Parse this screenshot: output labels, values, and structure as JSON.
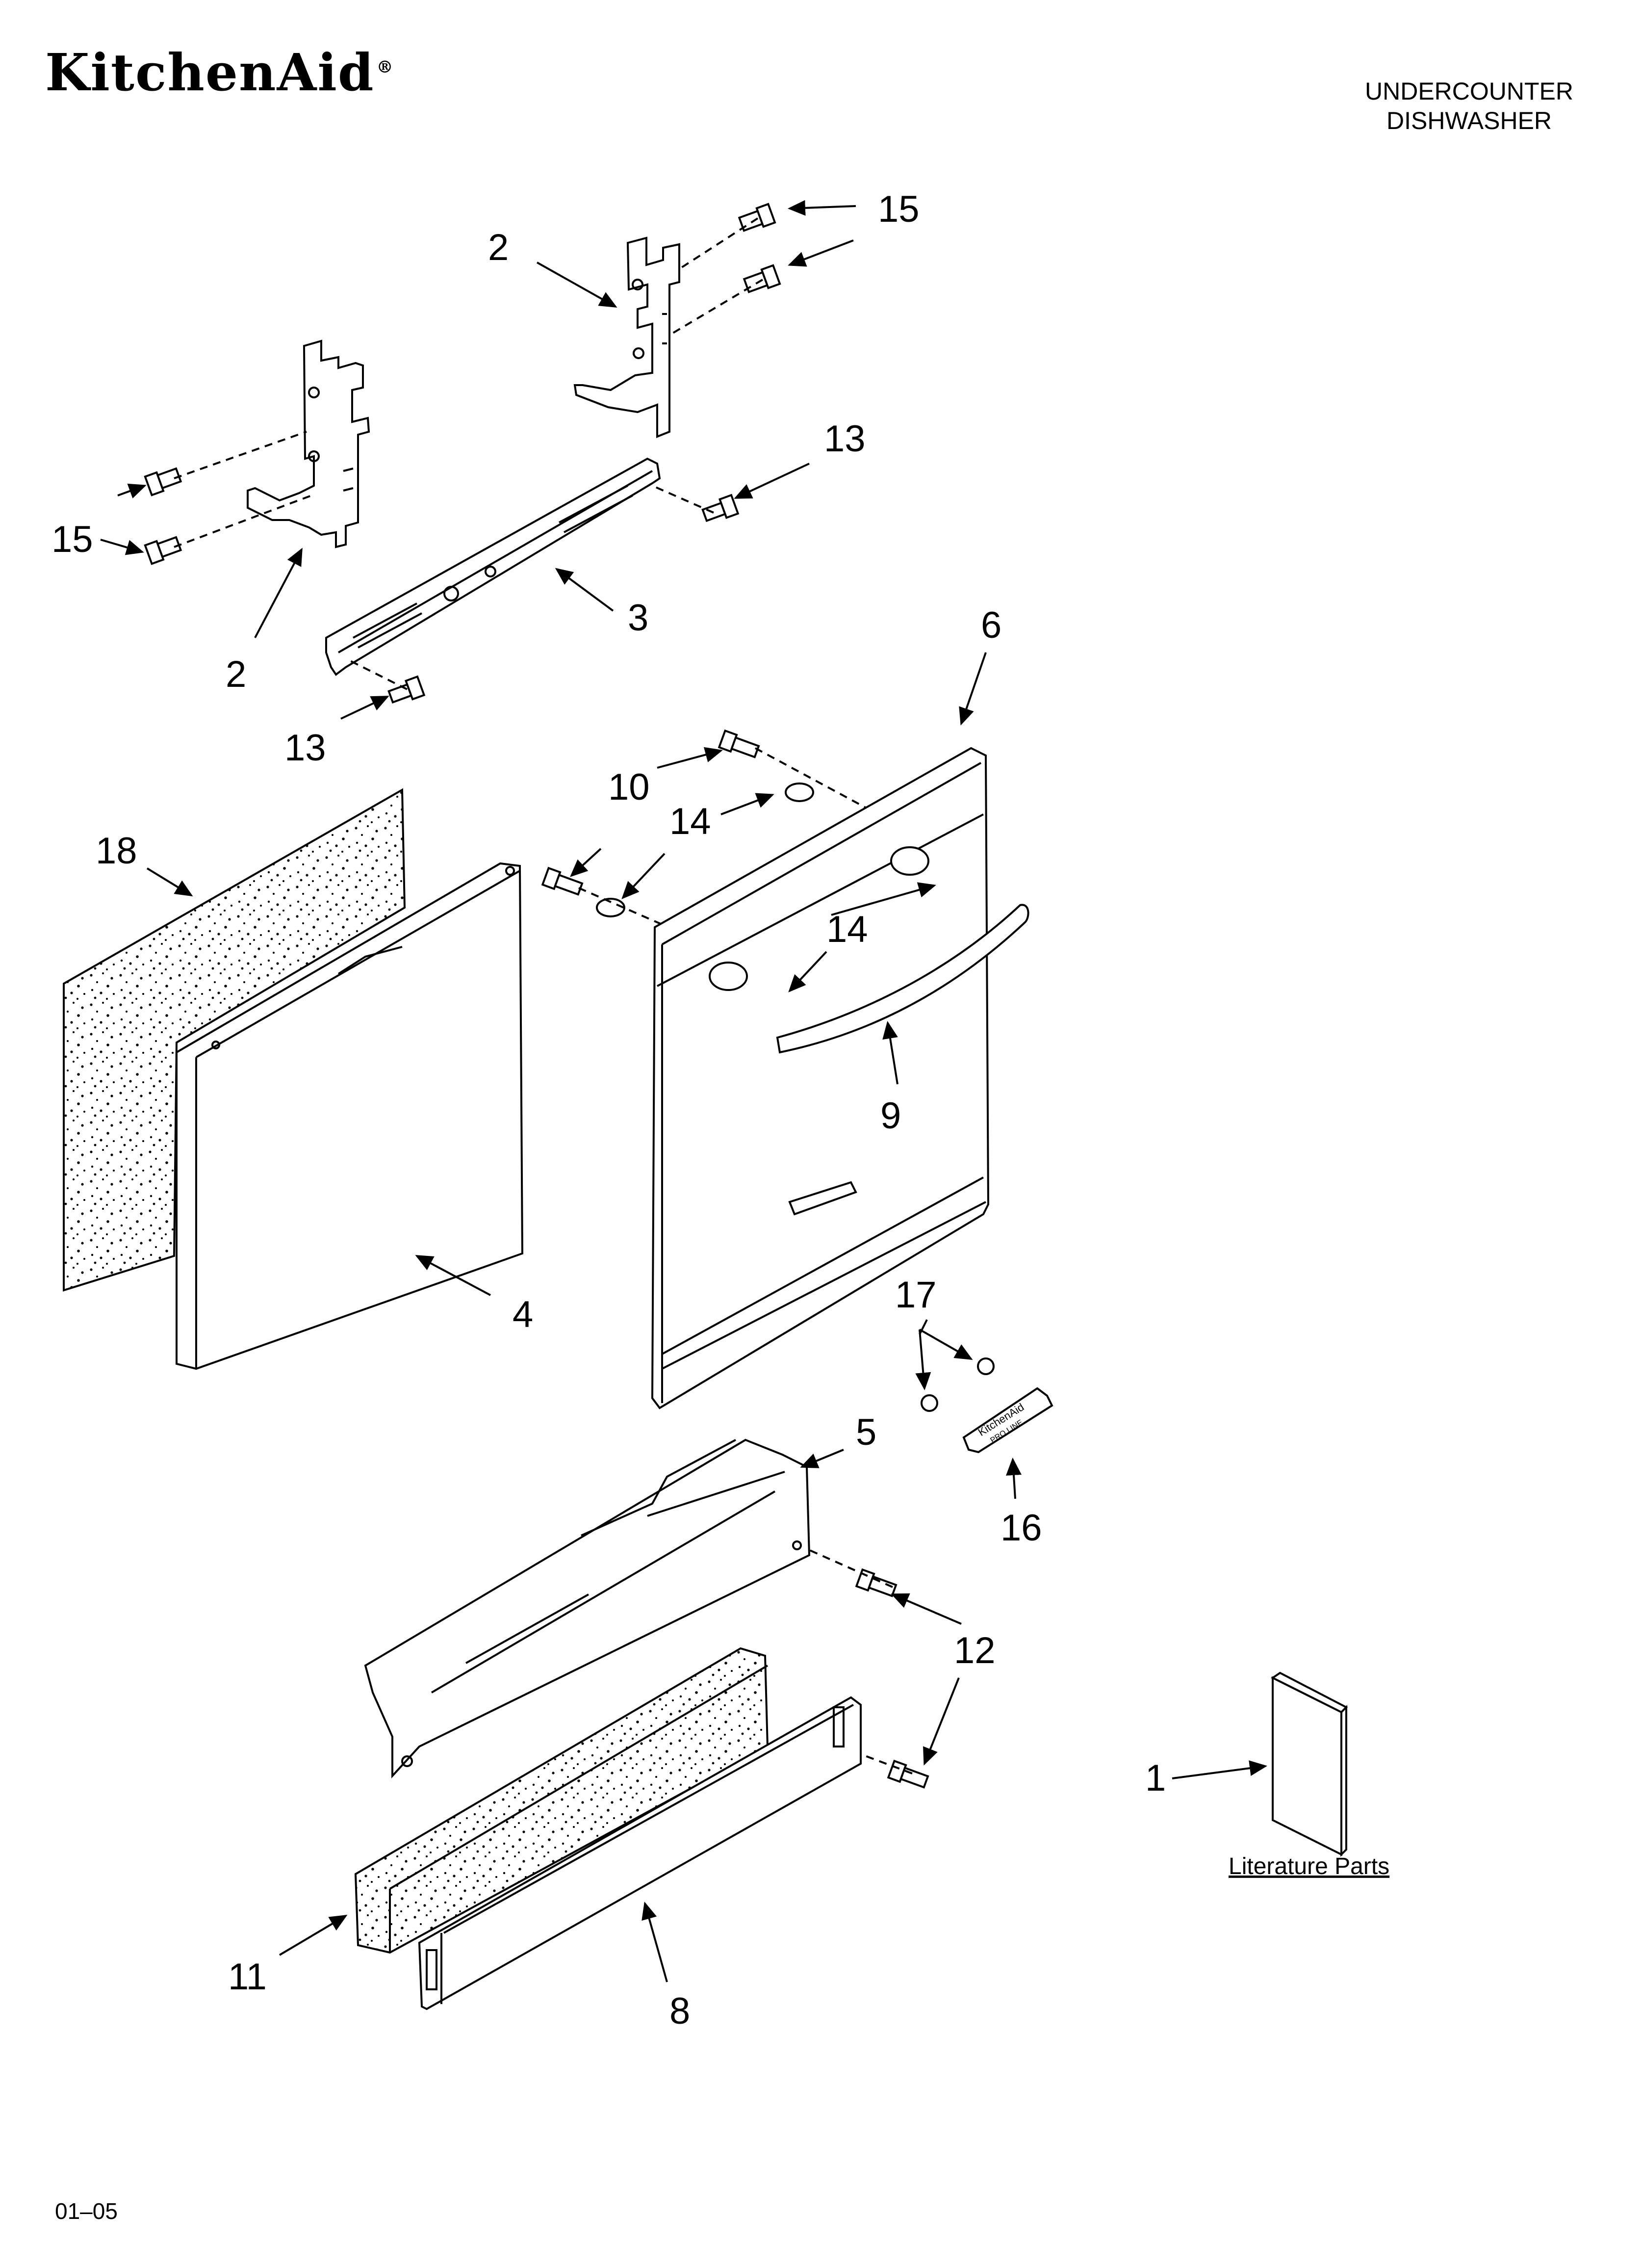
{
  "brand": "KitchenAid",
  "brand_mark": "®",
  "title": {
    "line1": "UNDERCOUNTER",
    "line2": "DISHWASHER"
  },
  "footer_code": "01–05",
  "literature": {
    "label": "Literature Parts"
  },
  "callouts": {
    "c1": "1",
    "c2a": "2",
    "c2b": "2",
    "c3": "3",
    "c4": "4",
    "c5": "5",
    "c6": "6",
    "c8": "8",
    "c9": "9",
    "c10": "10",
    "c11": "11",
    "c12": "12",
    "c13a": "13",
    "c13b": "13",
    "c14a": "14",
    "c14b": "14",
    "c15a": "15",
    "c15b": "15",
    "c16": "16",
    "c17": "17",
    "c18": "18"
  },
  "badge": {
    "line1": "KitchenAid",
    "line2": "PRO LINE"
  }
}
